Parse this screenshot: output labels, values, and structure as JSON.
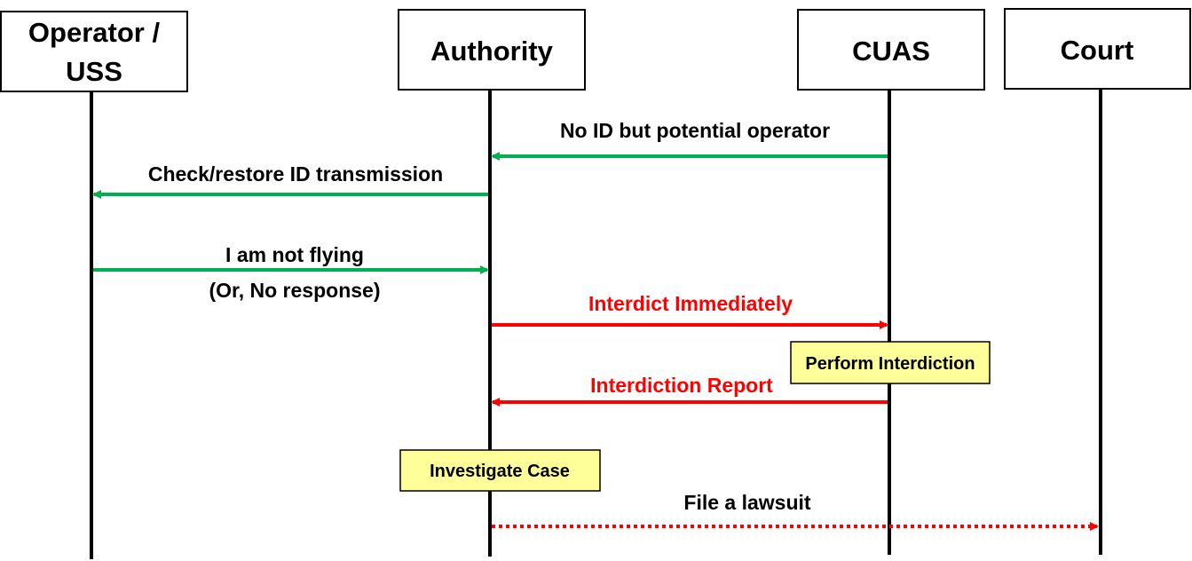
{
  "actors": [
    {
      "id": "operator",
      "label_lines": [
        "Operator /",
        "USS"
      ]
    },
    {
      "id": "authority",
      "label_lines": [
        "Authority"
      ]
    },
    {
      "id": "cuas",
      "label_lines": [
        "CUAS"
      ]
    },
    {
      "id": "court",
      "label_lines": [
        "Court"
      ]
    }
  ],
  "messages": [
    {
      "id": "no-id",
      "label": "No ID but potential operator",
      "from": "cuas",
      "to": "authority",
      "style": "solid",
      "color": "#00b050"
    },
    {
      "id": "check-restore",
      "label": "Check/restore ID transmission",
      "from": "authority",
      "to": "operator",
      "style": "solid",
      "color": "#00b050"
    },
    {
      "id": "not-flying",
      "label": "I am not flying",
      "sublabel": "(Or, No response)",
      "from": "operator",
      "to": "authority",
      "style": "solid",
      "color": "#00b050"
    },
    {
      "id": "interdict",
      "label": "Interdict Immediately",
      "from": "authority",
      "to": "cuas",
      "style": "solid",
      "color": "#ff0000"
    },
    {
      "id": "interdiction-report",
      "label": "Interdiction Report",
      "from": "cuas",
      "to": "authority",
      "style": "solid",
      "color": "#ff0000"
    },
    {
      "id": "lawsuit",
      "label": "File a lawsuit",
      "from": "authority",
      "to": "court",
      "style": "dotted",
      "color": "#ff0000",
      "label_color": "#000000"
    }
  ],
  "notes": [
    {
      "id": "perform-interdiction",
      "label": "Perform Interdiction",
      "actor": "cuas",
      "fill": "#ffff99"
    },
    {
      "id": "investigate-case",
      "label": "Investigate Case",
      "actor": "authority",
      "fill": "#ffff99"
    }
  ],
  "colors": {
    "green_arrow": "#00b050",
    "red_arrow": "#ff0000",
    "note_fill": "#ffff99",
    "lifeline": "#000000"
  }
}
